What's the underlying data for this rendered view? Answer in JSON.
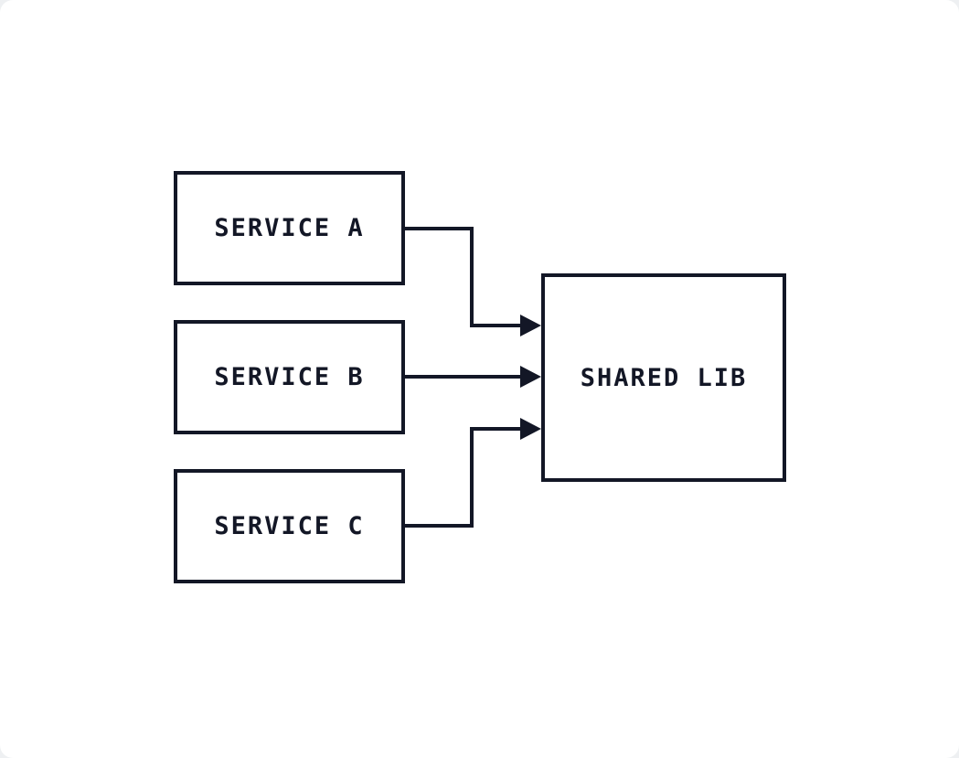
{
  "colors": {
    "ink": "#131726",
    "canvas_background": "#ffffff",
    "page_background": "#eef0f2"
  },
  "diagram": {
    "nodes": [
      {
        "id": "service-a",
        "label": "SERVICE A"
      },
      {
        "id": "service-b",
        "label": "SERVICE B"
      },
      {
        "id": "service-c",
        "label": "SERVICE C"
      },
      {
        "id": "shared-lib",
        "label": "SHARED LIB"
      }
    ],
    "edges": [
      {
        "from": "service-a",
        "to": "shared-lib",
        "style": "orthogonal-arrow"
      },
      {
        "from": "service-b",
        "to": "shared-lib",
        "style": "straight-arrow"
      },
      {
        "from": "service-c",
        "to": "shared-lib",
        "style": "orthogonal-arrow"
      }
    ]
  }
}
